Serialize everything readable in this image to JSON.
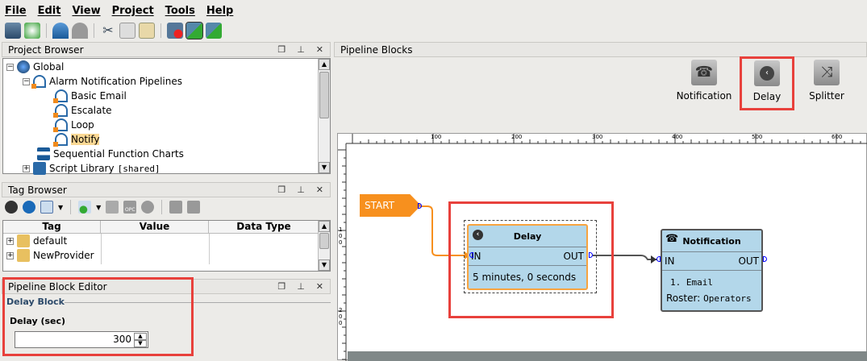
{
  "menu": [
    "File",
    "Edit",
    "View",
    "Project",
    "Tools",
    "Help"
  ],
  "project_browser": {
    "title": "Project Browser",
    "items": [
      {
        "label": "Global",
        "icon": "globe-icon"
      },
      {
        "label": "Alarm Notification Pipelines",
        "icon": "pipeline-icon"
      },
      {
        "label": "Basic Email",
        "icon": "pipeline-icon"
      },
      {
        "label": "Escalate",
        "icon": "pipeline-icon"
      },
      {
        "label": "Loop",
        "icon": "pipeline-icon"
      },
      {
        "label": "Notify",
        "icon": "pipeline-icon",
        "selected": true
      },
      {
        "label": "Sequential Function Charts",
        "icon": "sfc-icon"
      },
      {
        "label": "Script Library",
        "suffix": "[shared]",
        "icon": "script-library-icon"
      }
    ]
  },
  "tag_browser": {
    "title": "Tag Browser",
    "columns": [
      "Tag",
      "Value",
      "Data Type"
    ],
    "rows": [
      {
        "tag": "default",
        "value": "",
        "type": ""
      },
      {
        "tag": "NewProvider",
        "value": "",
        "type": ""
      }
    ],
    "opc_label": "OPC"
  },
  "block_editor": {
    "title": "Pipeline Block Editor",
    "section": "Delay Block",
    "field_label": "Delay (sec)",
    "field_value": "300"
  },
  "pipeline_blocks": {
    "title": "Pipeline Blocks",
    "palette": [
      {
        "label": "Notification",
        "icon": "notification-icon"
      },
      {
        "label": "Delay",
        "icon": "delay-icon",
        "highlighted": true
      },
      {
        "label": "Splitter",
        "icon": "splitter-icon"
      }
    ]
  },
  "ruler": {
    "top": [
      "100",
      "200",
      "300",
      "400",
      "500",
      "600"
    ],
    "left": [
      "100",
      "200"
    ]
  },
  "canvas": {
    "start": "START",
    "delay": {
      "title": "Delay",
      "in": "IN",
      "out": "OUT",
      "detail": "5 minutes, 0 seconds"
    },
    "notification": {
      "title": "Notification",
      "in": "IN",
      "out": "OUT",
      "item": "1. Email",
      "roster_label": "Roster:",
      "roster_value": "Operators"
    }
  },
  "colors": {
    "highlight": "#e8413c",
    "start": "#f7901e",
    "block": "#b3d7ea",
    "selected_border": "#f7a440"
  }
}
